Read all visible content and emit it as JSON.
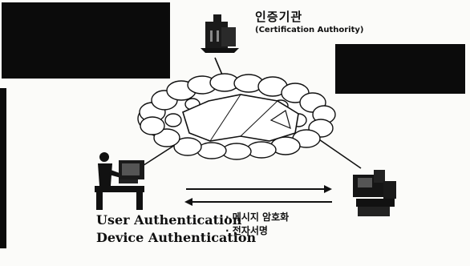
{
  "certification_authority": {
    "label_ko": "인증기관",
    "label_en": "(Certification Authority)"
  },
  "user_side": {
    "authentication_lines": [
      "User Authentication",
      "Device Authentication"
    ]
  },
  "message_services": [
    "· 메시지 암호화",
    "· 전자서명"
  ],
  "icons": {
    "ca": "server-tower-icon",
    "network": "cloud-network-icon",
    "user": "user-at-computer-icon",
    "device": "device-terminal-icon"
  },
  "colors": {
    "background": "#fbfbf9",
    "ink": "#111111",
    "block": "#0b0b0b"
  }
}
